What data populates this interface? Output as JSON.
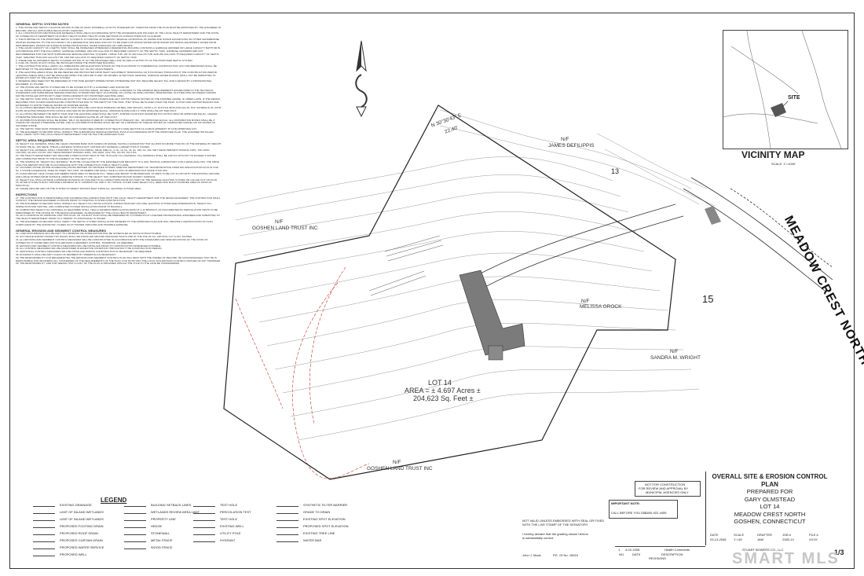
{
  "notes": {
    "septic_heading": "GENERAL SEPTIC SYSTEM NOTES",
    "septic_items": [
      "1. THE HOUSE AND SEPTIC LOCATION SHOWN IS ONE OF MANY POSSIBLE LAYOUTS. HOWEVER ANY VARIATION FROM THE PLAN MUST BE APPROVED BY THE ENGINEER OF RECORD, AND ALL APPLICABLE REGULATORY AGENCIES.",
      "2. ALL CONSTRUCTION METHODS AND MATERIALS SHALL BE IN ACCORDANCE WITH THE STANDARDS AND POLICIES OF THE LOCAL HEALTH DEPARTMENT AND THE STATE OF CONNECTICUT DEPARTMENT OF PUBLIC HEALTH PUBLIC HEALTH CODE SECTIONS 19-13-B103A THROUGH 19-13-B103F.",
      "3. THE PURPOSE OF THE PROPOSED SEPTIC SYSTEM IS TO DISPOSE OF DOMESTIC SEWAGE CONSISTING OF WATER AND HUMAN EXCRETIONS OR OTHER WATERBORNE WASTES INCIDENTAL TO THE OCCUPANCY OF A RESIDENTIAL BUILDING AND NOT TO BE USED FOR WASTE WATER FROM WATER SOFTENING EQUIPMENT, WATER FROM DEHUMIDIFIERS, DRAINS OR SURFACE WATER FROM ROOFS, PAVED SURFACES OR YARD DRAINS.",
      "4. THE LIQUID CAPACITY OF A SEPTIC TANK SHALL BE INCREASED WHENEVER A RESIDENTIAL BUILDING CONTAINS A GARBAGE GRINDER OR LARGE CAPACITY BATHTUB IN ACCORDANCE WITH THE FOLLOWING: GARBAGE GRINDER, ADD 250 GALLONS TO REQUIRED CAPACITY OF THE SEPTIC TANK. GARBAGE GRINDERS ARE NOT RECOMMENDED FOR USE WITH SUBSURFACE SEWAGE DISPOSAL SYSTEMS. LARGE TUB: 100 TO 200 GALLON TUB: ADD 250 GALLONS TO REQUIRED CAPACITY OF SEPTIC TANK. GREATER THAN 200 GALLON TUB: ADD 500 GALLONS TO REQUIRED CAPACITY OF SEPTIC TANK.",
      "5. THERE ARE NO APPARENT SEPTIC SYSTEMS WITHIN 75' OF THE PROPOSED WELL AND NO WELLS WITHIN 75' OF THE PROPOSED SEPTIC SYSTEM.",
      "6. FUEL OIL TANKS (IF ANY) SHALL BE INSTALLED INSIDE THE PROPOSED BUILDING.",
      "7. THE CONTRACTOR SHALL VERIFY ALL DIMENSIONS AND ELEVATIONS SHOWN ON THE PLAN PRIOR TO COMMENCING CONSTRUCTION. ANY DISCREPANCIES SHALL BE REPORTED TO THE ENGINEER WHO WILL HAVE FINAL SAY ON ANY ADJUSTMENTS.",
      "8. THE LEACHING AREAS SHALL BE DELINEATED AND PROTECTED FROM HEAVY EQUIPMENT TRAFFICKING OR STOCKPILES THROUGHOUT THE CONSTRUCTION PERIOD. LEACHING AREAS SHALL NOT BE INSTALLED WHEN THE GROUND IS WET OR FROZEN. AFTER FINAL GRADING, SURFACE WATER RUNOFF SHALL NOT BE PERMITTED TO ENTER ANY PART OF THE LEACHING SYSTEM.",
      "9. RESERVE AREA NEED NOT BE PREPARED AT THIS TIME (EXCEPT WHERE NOTED OTHERWISE) BUT MAY REQUIRE SELECT FILL AND A DESIGN BY A PROFESSIONAL ENGINEER, IF UTILIZED.",
      "10. THE HOUSE AND SEPTIC SYSTEM ARE TO BE STAKED OUT BY A LICENSED LAND SURVEYOR.",
      "11. ALL PIPING WITHIN 25 FEET OF A CURTAIN DRAIN, FOOTING DRAIN, OR WELL SHALL CONFORM TO THE MINIMUM REQUIREMENTS ESTABLISHED IN THE TECHNICAL STANDARDS FOR SUBSURFACE SEWAGE DISPOSAL SYSTEMS PER SECT 19-13-B103E. NO LOOSE OR OPEN JOINTED, PERFORATED, SLOTTED PIPE OR FRENCH DRAINS MAY BE INSTALLED WITHIN FIFTY-FEET DOWN-GRADIENT ANY PROPOSED LEACHING AREA.",
      "12. THE SEPTIC TANK SHALL BE INSTALLED SUCH THAT THE ACCESS COVERS ARE LEFT WITHIN TWELVE INCHES OF THE FINISHED GRADE. IF UNDER LAWN. IF THE DESIGN REQUIRES THAT ACCESS MANHOLES BE CONSTRUCTED DUE TO THE DEPTH OF THE TANK, THEY SHALL BE PLACED OVER THE INLET, OUTLET AND CENTER BAFFLES AND EXTENDED TO WITHIN TWELVE INCHES OF FINISHED GRADE.",
      "13. ALL PIPING BETWEEN HOUSE AND SEPTIC TANK SHALL BE CAST IRON (HUBLESS OR BELL AND SPIGOT), ASTM A-74, DUCTILE IRON ANSI A21.51, PVC SCHEDULE 40, ASTM D1785 OR EXTRA STRENGTH PVC ASTM-D-3034 SDR-35 OR APPROVED EQUAL. MINIMUM SLOPE FOR A 4\" PIPE SHALL BE 1/8\" PER FOOT.",
      "14. ALL PIPING BETWEEN THE SEPTIC TANK AND THE LEACHING AREA SHALL BE TIGHT JOINTED FOUR INCH DIAMETER PVC ASTM D-3034 OR APPROVED EQUAL, UNLESS OTHERWISE SPECIFIED. PIPE SHALL BE SET ON A MINIMUM SLOPE OF 1/8\" PER FOOT.",
      "15. DISTRIBUTION BOXES SHALL BE MODEL \"DB-3\" AS MANUFACTURED BY CONNECTICUT PRECAST INC., OR APPROVED EQUAL. ALL DISTRIBUTION BOXES SHALL BE 2\" OVERFLOW UNLESS OTHERWISE NOTED, AND ALL DISTRIBUTION BOXES SHALL BE SET ON A MINIMUM OF TWELVE INCHES OF COMPACTED GRAVEL OR SIX INCHES OF CRUSHED STONE.",
      "16. THE SEPTIC TANK MUST POSSESS AN EFFLUENT FILTER (SEE CONNECTICUT HEALTH CODE SECTION 19-13-B103 APPENDIX \"B\" FOR APPROVED LIST.",
      "17. THE ENGINEER OF RECORD SHALL INSPECT THE SUBSURFACE SEWAGE DISPOSAL PLAN IN ACCORDANCE WITH THE APPROVED PLAN. THE LICENSED INSTALLER SHALL VERIFY WITH THE LOCAL HEALTH DEPARTMENT THAT HE HAS THE APPROVED PLAN."
    ],
    "fill_heading": "SEPTIC AREA REQUIREMENTS",
    "fill_items": [
      "18. SELECT FILL MATERIAL SHALL BE CLEAN UNIFORM BANK RUN SANDS OR GRAVEL HAVING A GRADATION THAT ALLOWS NO MORE THAN 5% OF THE MATERIAL BY WEIGHT TO PASS THE No. 200 SIEVE. THE FILL MATERIAL SHOULD NOT CONTAIN ANY MATERIAL LARGER THAN 6\" INCHES.",
      "19. SELECT FILL MATERIAL SHALL CONFORM TO THE FOLLOWING: SIEVE SIZE No. 4, No. 10, No. 40, No. 100, No. 200. WET SIEVE PERCENT PASSING 100%, 70%-100%, 10%-50%, 0%-20%, 0%-5%. DRY SIEVE PERCENT PASSING 100%, 70%-100%, 10%-75%, 0%-5%, 0%-2.5%.",
      "20. THE HEALTH DEPARTMENT MAY REQUIRE A PERCOLATION TEST IN THE \"IN-PLACE\" FILL MATERIAL. FILL MATERIAL SHALL BE LAID IN LIFTS NOT TO EXCEED 6 INCHES AND COMPACTED PRIOR TO THE PLACEMENT OF THE NEXT LIFT.",
      "21. THE SAMPLE OF \"SELECT FILL MATERIAL\" MUST BE COLLECTED BY THE ENGINEER AND BROUGHT TO A SOIL TESTING LABORATORY FOR A SIEVE ANALYSIS. THE SIEVE ANALYSIS REPORT MUST BE IN ACCORDANCE WITH THE CONNECTICUT PUBLIC HEALTH CODE.",
      "22. CRUSHED STONE (STONE AGGREGATE) MIXING BROKEN OR CRUSHED STONES, MEETING DEPARTMENT OF TRANSPORTATION FORM 816 SPECIFICATION M.01.01 FOR No. 4 STONE AGGREGATE, FREE OF FINES, SILT, DIRT, OR DEBRIS AND SHALL HAVE A LOSS OF ABRASION NOT MORE THAN 30%.",
      "23. CLEAN BRUSH, LEAF COVER AND DEBRIS FROM AREA TO RECEIVE FILL. TREES AND BRUSH TO BE REMOVED, STUMPS TO BE CUT FLUSH WITH THE EXISTING GROUND, AND LARGE STONES FROM SURFACE. REMOVE TOPSOIL TO THE SELECT SOIL SUBSTRATUM AND SCARIFY SURFACE.",
      "24. SELECT FILL SHALL EXTEND A MINIMUM DISTANCE OF FIVE-FEET IN ALL DIRECTIONS FROM ANY PART OF THE SEWAGE LEACHING SYSTEM OR CALLED OUT ON PLAN.",
      "25. AFTER SYSTEM IS BUILT PROVIDE A MINIMUM OF 6\" COMMON FILL AND 6\" OF TOPSOIL COVER OVER SELECT FILL. SEED AND MULCH FINISHED AREA AS SOON AS PRACTICAL.",
      "26. GRADE AROUND AND ON THE SYSTEM TO DIRECT RUNOFF AWAY FROM ALL LEACHING SYSTEM AREA."
    ],
    "insp_heading": "INSPECTIONS",
    "insp_items": [
      "27. THE CONTRACTOR IS RESPONSIBLE FOR COORDINATING INSPECTIONS WITH THE LOCAL HEALTH DEPARTMENT AND THE DESIGN ENGINEER. THE CONTRACTOR SHALL CONTACT THE DESIGN ENGINEER 24-HOURS PRIOR TO STARTING SYSTEM CONSTRUCTION.",
      "28. THE ENGINEER OF RECORD SHALL INSPECT ALL SELECT FILL INSTALLATIONS. INSPECTIONS MAY INCLUDE LEACHING SYSTEM AREA PREPARATION, SELECT FILL INSPECTION AND TESTING, AND COMPLETED SYSTEM INSTALLATION PRIOR TO BACKFILL.",
      "29. COMPACTED SELECT FILL MATERIAL (IF REQUIRED) SHALL YIELD A MINIMUM PERCOLATION RATE OF 1-10 MIN/INCH, AS DOCUMENTED BY PERCOLATION TESTS TO BE PERFORMED BY THE OFFICE OF THE DESIGN ENGINEER, AS REQUIRED BY THE LOCAL HEALTH DEPARTMENT.",
      "30. AS A CONDITION OF APPROVAL FOR THIS PLAN, AN \"AS-BUILT PLAN SHALL BE PREPARED BY A CONNECTICUT LICENSED PROFESSIONAL ENGINEER AND SUBMITTED TO THE HEALTH DEPARTMENT PRIOR TO A \"PERMIT TO DISCHARGE\" IS ISSUED.",
      "31. THE ENGINEER OF RECORD SHALL VERIFY THE SEPTIC SYSTEM INSTALLATION ADHERES TO THE APPROVED PLAN AND WILL PROVIDE A CERTIFICATION OF PLAN COMPLIANCE BY THE SURVEYOR / CODES SO AT HIS/HER OWN RISK AND POSSIBLE EXPENSE."
    ],
    "erosion_heading": "GENERAL EROSION AND SEDIMENT CONTROL MEASURES",
    "erosion_items": [
      "32. LAND DISTURBANCE WILL BE KEPT TO A MINIMUM. RE-STABILIZATION WILL BE SCHEDULED AS SOON AS PRACTICABLE.",
      "33. SILT FENCE AND/OR STAKED HAY BALES SHALL BE INSTALLED AROUND DRAINAGE INLETS AND AT THE TOE OF ALL CRITICAL CUT & FILL SLOPES.",
      "34. ALL EROSION AND SEDIMENT CONTROL MEASURES WILL BE CONSTRUCTED IN ACCORDANCE WITH THE STANDARDS AND SPECIFICATIONS OF THE STATE OF CONNECTICUT GUIDELINES FOR SOIL EROSION & SEDIMENT CONTROL, HANDBOOK, AS AMENDED.",
      "35. EROSION AND SEDIMENT CONTROL MEASURES WILL BE INSTALLED PRIOR TO CONSTRUCTION WHENEVER POSSIBLE.",
      "36. ALL CONTROL MEASURES WILL BE MAINTAINED IN EFFECTIVE CONDITION THROUGHOUT THE CONSTRUCTION PERIOD.",
      "37. ADDITIONAL CONTROL MEASURES WILL BE INSTALLED DURING CONSTRUCTION IF NECESSARY OR REQUIRED.",
      "38. ROADWAYS SHALL BE KEPT CLEAN OF SEDIMENT BY SWEEPING AS NECESSARY.",
      "39. THE RESPONSIBILITY FOR IMPLEMENTING THE EROSION AND SEDIMENT CONTROL PLAN WILL REST WITH THE OWNER OF RECORD. HE ACKNOWLEDGES THAT HE IS RESPONSIBLE FOR INFORMING ALL CONCERNED OF THE REQUIREMENTS OF THE PLAN. FOR NOTIFYING THE LOCAL SOIL EROSION CONTROL OFFICER OF ANY TRANSFER OF THE RESPONSIBILITY, AND FOR SEEING THAT A COPY OF THE PLAN IS PROVIDED SHOULD THE TITLE TO THE LAND BE TRANSFERRED."
    ]
  },
  "map": {
    "lot_area": "LOT 14",
    "lot_area_line2": "AREA = ± 4.697 Acres ±",
    "lot_area_line3": "204,623 Sq. Feet ±",
    "lot_15": "15",
    "lot_13": "13",
    "neighbors": {
      "top": "N/F",
      "top_name": "JAMES DEFILIPPIS",
      "left": "N/F",
      "left_name": "GOSHEN LAND TRUST INC",
      "bottom": "N/F",
      "bottom_name": "GOSHEN LAND TRUST INC",
      "right": "N/F",
      "right_name": "SANDRA M. WRIGHT",
      "right_mid": "N/F",
      "right_mid_name": "MELISSA GROCK"
    },
    "street_name": "MEADOW CREST NORTH",
    "bearing_top": "N 30°30'43\" E",
    "bearing_top_dist": "22.40'"
  },
  "vicinity": {
    "title": "VICINITY MAP",
    "scale": "SCALE: 1\"=1000'",
    "site_label": "SITE"
  },
  "title_block": {
    "line1": "OVERALL SITE & EROSION CONTROL PLAN",
    "line2": "PREPARED FOR",
    "line3": "GARY OLMSTEAD",
    "line4": "LOT 14",
    "line5": "MEADOW CREST NORTH",
    "line6": "GOSHEN, CONNECTICUT",
    "page": "1/3",
    "date_label": "DATE",
    "date": "03-13-2008",
    "scale_label": "SCALE",
    "scale": "1\"=40'",
    "drafter_label": "DRAFTER",
    "drafter": "JAM",
    "job_label": "JOB #",
    "job": "2383-14",
    "file_label": "FILE #",
    "file": "XXXX"
  },
  "revisions": {
    "rev_no": "1",
    "rev_date": "4-02-2008",
    "rev_desc": "Health Comments",
    "label": "REVISIONS",
    "col_no": "NO.",
    "col_date": "DATE",
    "col_desc": "DESCRIPTION"
  },
  "stamps": {
    "not_for_construction": "NOT FOR CONSTRUCTION",
    "for_review": "FOR REVIEW AND APPROVAL BY",
    "municipal": "MUNICIPAL AGENCIES ONLY",
    "important_note": "IMPORTANT NOTE:",
    "call_before": "CALL BEFORE YOU DIG",
    "call_number": "1-800-922-4455",
    "not_valid": "NOT VALID UNLESS EMBOSSED WITH SEAL OR FIXED",
    "not_valid2": "WITH THE LIVE STAMP OF THE SIGNATORY",
    "declare": "I hereby declare that the grading shown hereon",
    "declare2": "is substantially correct.",
    "engineer": "John J. Mack",
    "pe_no": "P.E. Of No. 15915",
    "firm": "STUART BOWERS CO., LLC"
  },
  "legend": {
    "title": "LEGEND",
    "items": [
      "EXISTING DRAINAGE",
      "LIMIT OF INLAND WETLANDS",
      "LIMIT OF INLAND WETLANDS",
      "PROPOSED FOOTING DRAIN",
      "PROPOSED ROOF DRAIN",
      "PROPOSED CURTAIN DRAIN",
      "PROPOSED WATER SERVICE",
      "PROPOSED WELL",
      "BUILDING SETBACK LINES",
      "WETLANDS REVIEW AREA LIMIT",
      "PROPERTY LINE",
      "HEDGE",
      "STONEWALL",
      "METAL FENCE",
      "WOOD FENCE",
      "TEST HOLE",
      "PERCOLATION TEST",
      "TEST HOLE",
      "EXISTING WELL",
      "UTILITY POLE",
      "HYDRANT",
      "SYNTHETIC FILTER BARRIER",
      "GRADE TO DRAIN",
      "EXISTING SPOT ELEVATION",
      "PROPOSED SPOT ELEVATION",
      "EXISTING TREE LINE",
      "WATER BAR"
    ]
  },
  "watermark": "SMART MLS"
}
